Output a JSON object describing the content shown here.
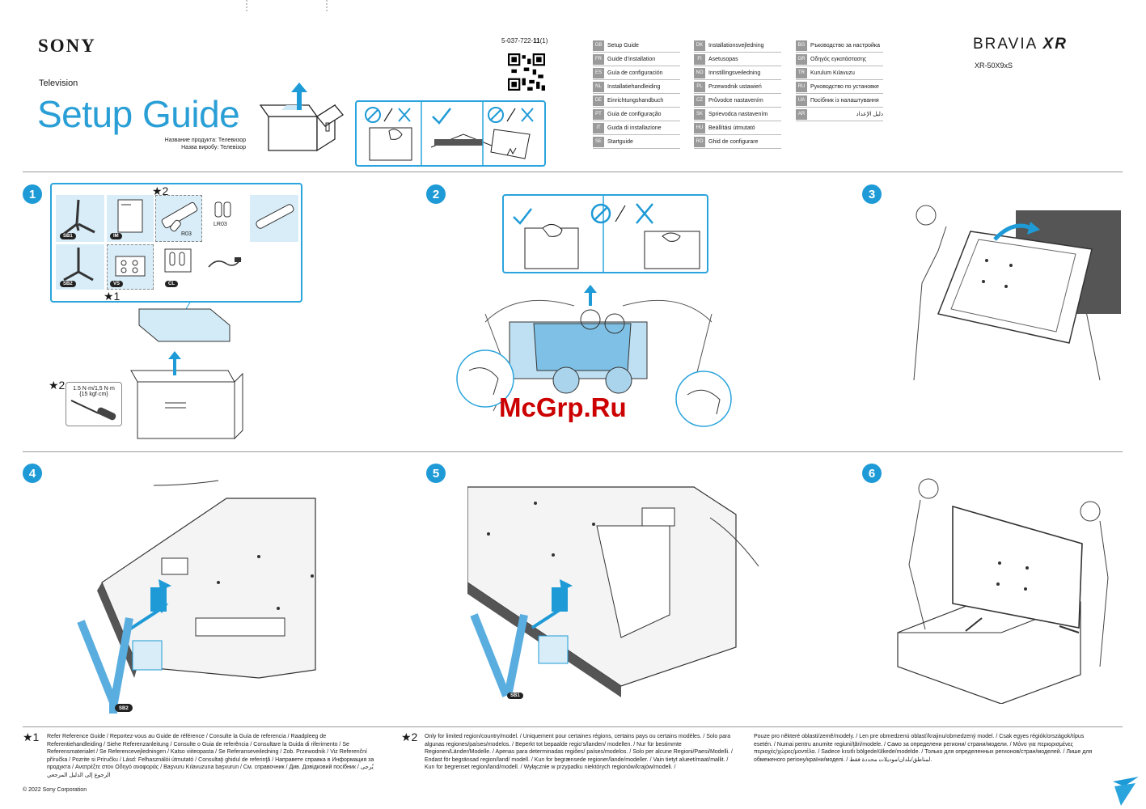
{
  "header": {
    "brand": "SONY",
    "doc_id_prefix": "5-037-722-",
    "doc_id_bold": "11",
    "doc_id_suffix": "(1)",
    "category": "Television",
    "title": "Setup Guide",
    "product_name_ru": "Название продукта: Телевизор",
    "product_name_uk": "Назва виробу: Телевізор",
    "series": "BRAVIA",
    "series_suffix": "XR",
    "model": "XR-50X9xS"
  },
  "languages": {
    "col1": [
      {
        "code": "GB",
        "name": "Setup Guide"
      },
      {
        "code": "FR",
        "name": "Guide d’installation"
      },
      {
        "code": "ES",
        "name": "Guía de configuración"
      },
      {
        "code": "NL",
        "name": "Installatiehandleiding"
      },
      {
        "code": "DE",
        "name": "Einrichtungshandbuch"
      },
      {
        "code": "PT",
        "name": "Guia de configuração"
      },
      {
        "code": "IT",
        "name": "Guida di installazione"
      },
      {
        "code": "SE",
        "name": "Startguide"
      }
    ],
    "col2": [
      {
        "code": "DK",
        "name": "Installationsvejledning"
      },
      {
        "code": "FI",
        "name": "Asetusopas"
      },
      {
        "code": "NO",
        "name": "Innstillingsveiledning"
      },
      {
        "code": "PL",
        "name": "Przewodnik ustawień"
      },
      {
        "code": "CZ",
        "name": "Průvodce nastavením"
      },
      {
        "code": "SK",
        "name": "Sprievodca nastavením"
      },
      {
        "code": "HU",
        "name": "Beállítási útmutató"
      },
      {
        "code": "RO",
        "name": "Ghid de configurare"
      }
    ],
    "col3": [
      {
        "code": "BG",
        "name": "Ръководство за настройка"
      },
      {
        "code": "GR",
        "name": "Οδηγός εγκατάστασης"
      },
      {
        "code": "TR",
        "name": "Kurulum Kılavuzu"
      },
      {
        "code": "RU",
        "name": "Руководство по установке"
      },
      {
        "code": "UA",
        "name": "Посібник із налаштування"
      },
      {
        "code": "AR",
        "name": "دليل الإعداد"
      }
    ]
  },
  "steps": [
    "1",
    "2",
    "3",
    "4",
    "5",
    "6"
  ],
  "parts": {
    "sb1": "SB1",
    "sb2": "SB2",
    "im": "IM",
    "vs": "VS",
    "cl": "CL",
    "r03": "R03",
    "lr03": "LR03",
    "star1": "★1",
    "star2": "★2",
    "torque": "1.5 N·m/1,5 N·m",
    "torque_kgf": "{15 kgf·cm}"
  },
  "footnotes": {
    "n1_mark": "★1",
    "n1": "Refer Reference Guide / Reportez-vous au Guide de référence / Consulte la Guía de referencia / Raadpleeg de Referentiehandleiding / Siehe Referenzanleitung / Consulte o Guia de referência / Consultare la Guida di riferimento / Se Referensmaterialet / Se Referencevejledningen / Katso viiteopasta / Se Referanseveiledning / Zob. Przewodnik / Viz Referenční příručka / Pozrite si Príručku / Lásd: Felhasználói útmutató / Consultaţi ghidul de referinţă / Направете справка в Информация за продукта / Ανατρέξτε στον Οδηγό αναφοράς / Başvuru Kılavuzuna başvurun / См. справочник / Див. Довідковий посібник / يُرجى الرجوع إلى الدليل المرجعي",
    "n2_mark": "★2",
    "n2": "Only for limited region/country/model. / Uniquement pour certaines régions, certains pays ou certains modèles. / Solo para algunas regiones/países/modelos. / Beperkt tot bepaalde regio’s/landen/ modellen. / Nur für bestimmte Regionen/Länder/Modelle. / Apenas para determinadas regiões/ países/modelos. / Solo per alcune Regioni/Paesi/Modelli. / Endast för begränsad region/land/ modell. / Kun for begrænsede regioner/lande/modeller. / Vain tietyt alueet/maat/mallit. / Kun for begrenset region/land/modell. / Wyłącznie w przypadku niektórych regionów/krajów/modeli. /",
    "n3": "Pouze pro některé oblasti/země/modely. / Len pre obmedzenú oblasť/krajinu/obmedzený model. / Csak egyes régiók/országok/típus esetén. / Numai pentru anumite regiuni/ţări/modele. / Само за определени региони/ страни/модели. / Μόνο για περιορισμένες περιοχές/χώρες/μοντέλα. / Sadece kısıtlı bölgede/ülkede/modelde. / Только для определенных регионов/стран/моделей. / Лише для обмеженого регіону/країни/моделі. / لمناطق/بلدان/موديلات محددة فقط."
  },
  "copyright": "© 2022 Sony Corporation",
  "watermark": "McGrp.Ru"
}
